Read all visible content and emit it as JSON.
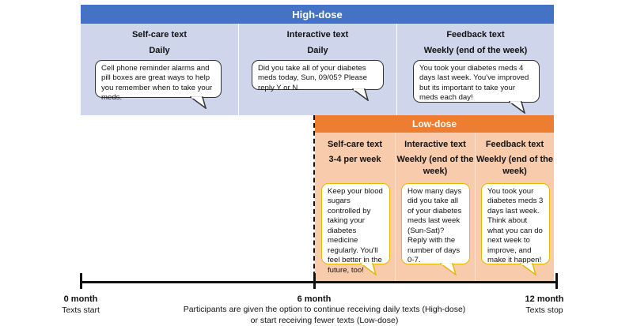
{
  "high_dose": {
    "title": "High-dose",
    "columns": [
      {
        "name": "Self-care text",
        "frequency": "Daily",
        "message": "Cell phone reminder alarms and pill boxes are great ways to help you remember when to take your meds."
      },
      {
        "name": "Interactive text",
        "frequency": "Daily",
        "message": "Did you take all of your diabetes meds today, Sun, 09/05? Please reply Y or N."
      },
      {
        "name": "Feedback text",
        "frequency": "Weekly (end of the week)",
        "message": "You took your diabetes meds 4 days last week. You've improved but its important to take your meds each day!"
      }
    ]
  },
  "low_dose": {
    "title": "Low-dose",
    "columns": [
      {
        "name": "Self-care text",
        "frequency": "3-4 per week",
        "message": "Keep your blood sugars controlled by taking your diabetes medicine regularly. You'll feel better in the future, too!"
      },
      {
        "name": "Interactive text",
        "frequency": "Weekly (end of the week)",
        "message": "How many days did you take all of your diabetes meds last week (Sun-Sat)? Reply with the number of days 0-7."
      },
      {
        "name": "Feedback text",
        "frequency": "Weekly (end of the week)",
        "message": "You took your diabetes meds 3 days last week. Think about what you can do next week to improve, and make it happen!"
      }
    ]
  },
  "timeline": {
    "start": {
      "label": "0 month",
      "sub": "Texts start"
    },
    "mid": {
      "label": "6 month"
    },
    "end": {
      "label": "12 month",
      "sub": "Texts stop"
    },
    "note_line1": "Participants are given the option to continue receiving daily texts (High-dose)",
    "note_line2": "or start receiving fewer texts (Low-dose)"
  },
  "colors": {
    "high_dose_band": "#4472c4",
    "high_dose_panel": "#cfd5ea",
    "low_dose_band": "#ed7d31",
    "low_dose_panel": "#f8cbad"
  }
}
